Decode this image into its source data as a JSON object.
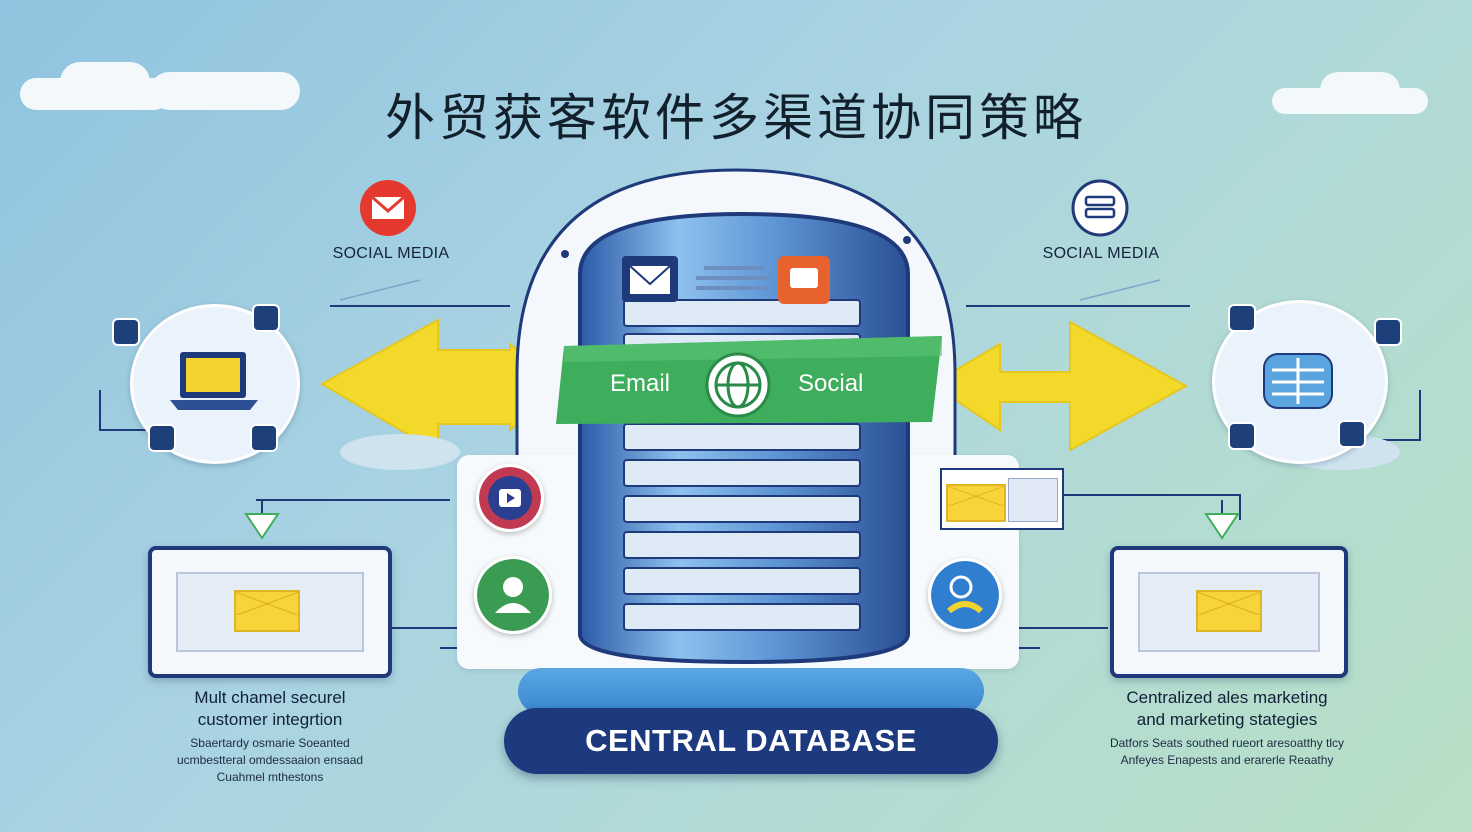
{
  "title": "外贸获客软件多渠道协同策略",
  "left_channel": {
    "label": "SOCIAL MEDIA"
  },
  "right_channel": {
    "label": "SOCIAL MEDIA"
  },
  "banner": {
    "left": "Email",
    "right": "Social"
  },
  "database": {
    "label": "CENTRAL DATABASE"
  },
  "left_desc": {
    "heading_1": "Mult chamel securel",
    "heading_2": "customer integrtion",
    "sub_1": "Sbaertardy osmarie Soeanted",
    "sub_2": "ucmbestteral omdessaaion ensaad",
    "sub_3": "Cuahmel mthestons"
  },
  "right_desc": {
    "heading_1": "Centralized ales marketing",
    "heading_2": "and marketing stategies",
    "sub_1": "Datfors Seats southed rueort aresoatthy tlcy",
    "sub_2": "Anfeyes Enapests and erarerle Reaathy"
  },
  "colors": {
    "accent_navy": "#1d3a7e",
    "banner_green": "#3fae5c",
    "arrow_yellow": "#f2d92a",
    "email_red": "#e5392f"
  },
  "icons": [
    "email-icon",
    "globe-icon",
    "laptop-icon",
    "envelope-icon",
    "user-icon",
    "chat-icon",
    "video-icon",
    "server-icon"
  ]
}
